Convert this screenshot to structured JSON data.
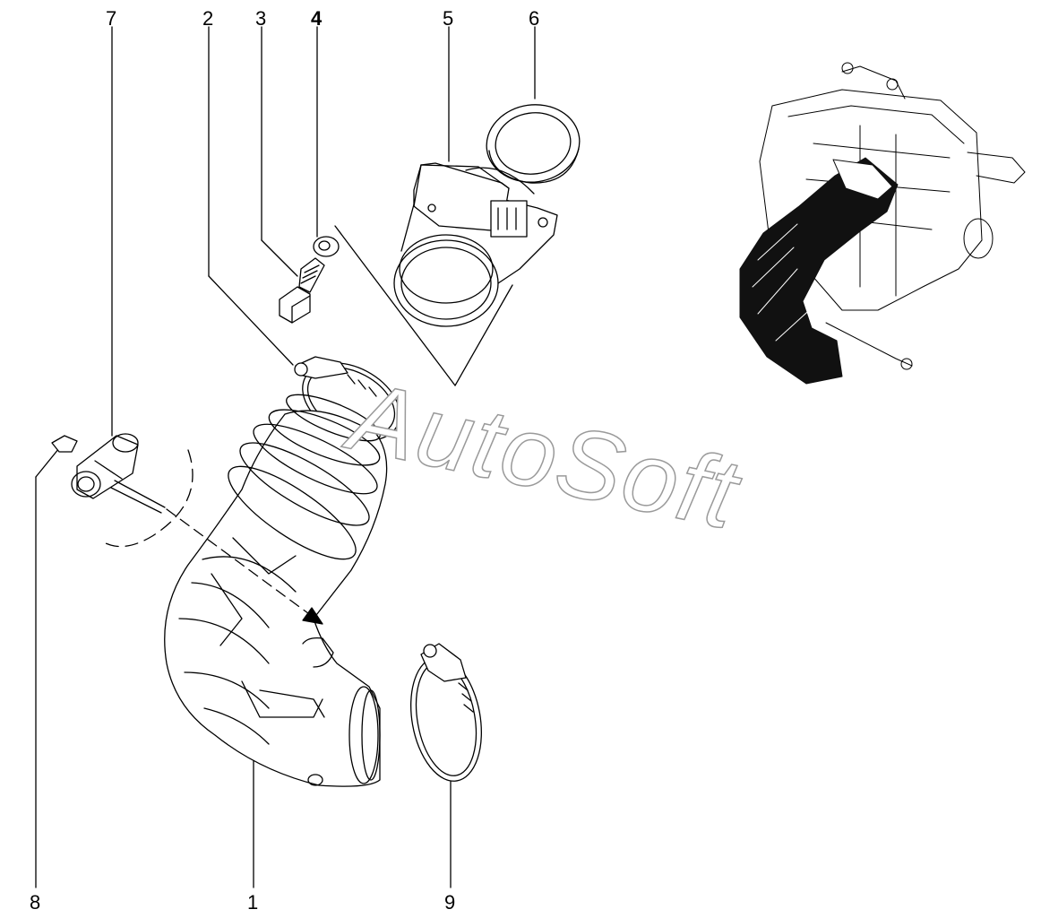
{
  "watermark": "AutoSoft",
  "callouts": [
    {
      "id": "1",
      "text": "1"
    },
    {
      "id": "2",
      "text": "2"
    },
    {
      "id": "3",
      "text": "3"
    },
    {
      "id": "4",
      "text": "4"
    },
    {
      "id": "5",
      "text": "5"
    },
    {
      "id": "6",
      "text": "6"
    },
    {
      "id": "7",
      "text": "7"
    },
    {
      "id": "8",
      "text": "8"
    },
    {
      "id": "9",
      "text": "9"
    }
  ],
  "colors": {
    "line": "#000000",
    "fill": "#ffffff",
    "hose_dark": "#111111",
    "watermark_stroke": "#9a9a9a"
  }
}
